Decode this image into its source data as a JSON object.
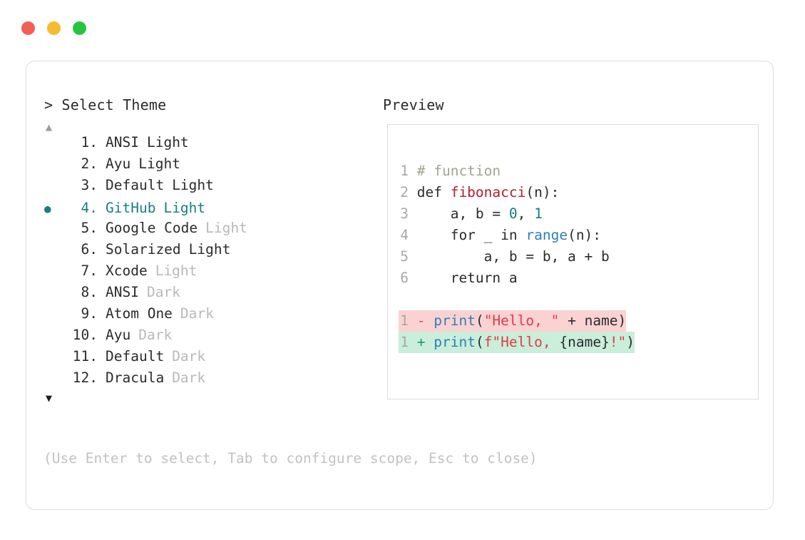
{
  "window": {
    "traffic_lights": [
      {
        "name": "close",
        "color": "#f65d57"
      },
      {
        "name": "minimize",
        "color": "#f6bb2f"
      },
      {
        "name": "maximize",
        "color": "#28c43f"
      }
    ]
  },
  "headers": {
    "theme_header": "> Select Theme",
    "preview_header": "Preview"
  },
  "scroll": {
    "up_arrow": "▲",
    "down_arrow": "▼"
  },
  "selection": {
    "bullet": "●",
    "selected_index": 4,
    "accent_color": "#16807e"
  },
  "themes": [
    {
      "num": "1.",
      "name": "ANSI",
      "variant": "Light",
      "variant_dim": false,
      "selected": false,
      "bullet": ""
    },
    {
      "num": "2.",
      "name": "Ayu",
      "variant": "Light",
      "variant_dim": false,
      "selected": false,
      "bullet": ""
    },
    {
      "num": "3.",
      "name": "Default",
      "variant": "Light",
      "variant_dim": false,
      "selected": false,
      "bullet": ""
    },
    {
      "num": "4.",
      "name": "GitHub",
      "variant": "Light",
      "variant_dim": false,
      "selected": true,
      "bullet": "●"
    },
    {
      "num": "5.",
      "name": "Google Code",
      "variant": "Light",
      "variant_dim": true,
      "selected": false,
      "bullet": ""
    },
    {
      "num": "6.",
      "name": "Solarized",
      "variant": "Light",
      "variant_dim": false,
      "selected": false,
      "bullet": ""
    },
    {
      "num": "7.",
      "name": "Xcode",
      "variant": "Light",
      "variant_dim": true,
      "selected": false,
      "bullet": ""
    },
    {
      "num": "8.",
      "name": "ANSI",
      "variant": "Dark",
      "variant_dim": true,
      "selected": false,
      "bullet": ""
    },
    {
      "num": "9.",
      "name": "Atom One",
      "variant": "Dark",
      "variant_dim": true,
      "selected": false,
      "bullet": ""
    },
    {
      "num": "10.",
      "name": "Ayu",
      "variant": "Dark",
      "variant_dim": true,
      "selected": false,
      "bullet": ""
    },
    {
      "num": "11.",
      "name": "Default",
      "variant": "Dark",
      "variant_dim": true,
      "selected": false,
      "bullet": ""
    },
    {
      "num": "12.",
      "name": "Dracula",
      "variant": "Dark",
      "variant_dim": true,
      "selected": false,
      "bullet": ""
    }
  ],
  "hint": "(Use Enter to select, Tab to configure scope, Esc to close)",
  "preview": {
    "code_lines": [
      {
        "ln": "1",
        "tokens": [
          {
            "t": " # function",
            "c": "comment"
          }
        ]
      },
      {
        "ln": "2",
        "tokens": [
          {
            "t": " def ",
            "c": "kw"
          },
          {
            "t": "fibonacci",
            "c": "fnname"
          },
          {
            "t": "(n):",
            "c": "plain"
          }
        ]
      },
      {
        "ln": "3",
        "tokens": [
          {
            "t": "     a, b = ",
            "c": "plain"
          },
          {
            "t": "0",
            "c": "num"
          },
          {
            "t": ", ",
            "c": "plain"
          },
          {
            "t": "1",
            "c": "num"
          }
        ]
      },
      {
        "ln": "4",
        "tokens": [
          {
            "t": "     for _ in ",
            "c": "plain"
          },
          {
            "t": "range",
            "c": "builtin"
          },
          {
            "t": "(n):",
            "c": "plain"
          }
        ]
      },
      {
        "ln": "5",
        "tokens": [
          {
            "t": "         a, b = b, a + b",
            "c": "plain"
          }
        ]
      },
      {
        "ln": "6",
        "tokens": [
          {
            "t": "     return a",
            "c": "plain"
          }
        ]
      }
    ],
    "diff_lines": [
      {
        "ln": "1",
        "kind": "del",
        "sign": "-",
        "tokens": [
          {
            "t": " ",
            "c": "plain"
          },
          {
            "t": "print",
            "c": "builtin"
          },
          {
            "t": "(",
            "c": "plain"
          },
          {
            "t": "\"Hello, \"",
            "c": "str"
          },
          {
            "t": " + name)",
            "c": "plain"
          }
        ]
      },
      {
        "ln": "1",
        "kind": "add",
        "sign": "+",
        "tokens": [
          {
            "t": " ",
            "c": "plain"
          },
          {
            "t": "print",
            "c": "builtin"
          },
          {
            "t": "(",
            "c": "plain"
          },
          {
            "t": "f\"Hello, ",
            "c": "str"
          },
          {
            "t": "{name}",
            "c": "plain"
          },
          {
            "t": "!\"",
            "c": "str"
          },
          {
            "t": ")",
            "c": "plain"
          }
        ]
      }
    ],
    "diff_colors": {
      "removed_bg": "#fbd2d2",
      "added_bg": "#c9eed9",
      "removed_sign": "#e0485b",
      "added_sign": "#1d9a6c"
    }
  }
}
